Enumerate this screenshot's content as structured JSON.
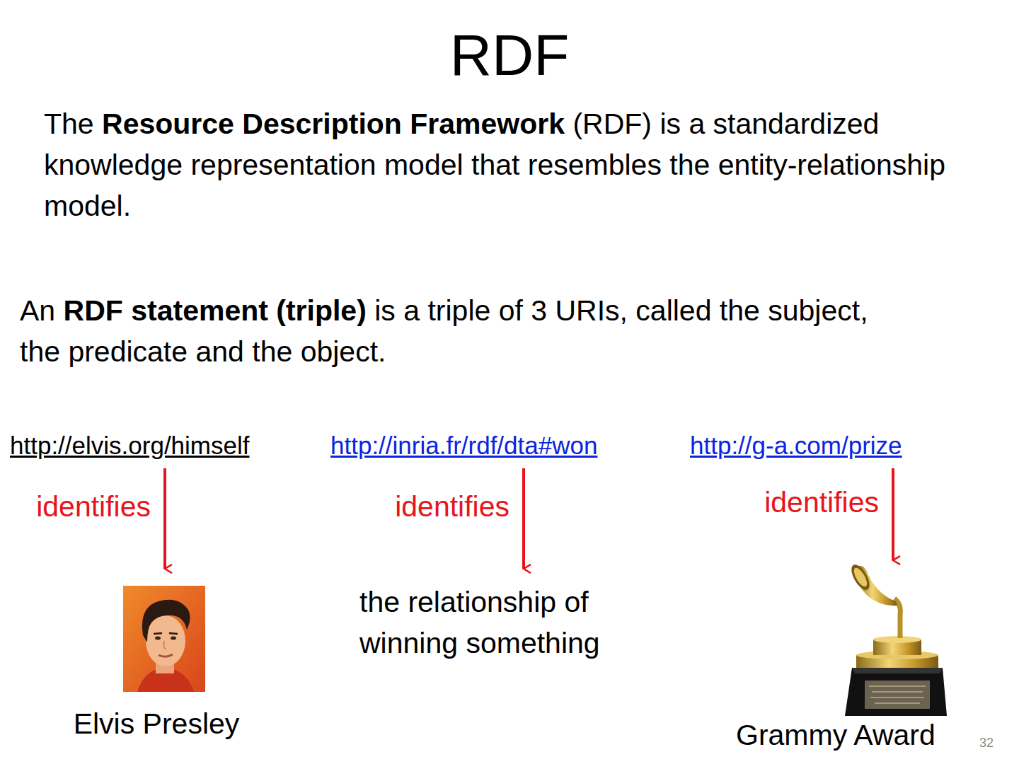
{
  "diagram": {
    "title": "RDF",
    "nodes": [
      {
        "text": [
          "http://elvis.org/himself"
        ]
      },
      {
        "text": [
          "http://inria.fr/rdf/dta#won"
        ]
      },
      {
        "text": [
          "http://g-a.com/prize"
        ]
      },
      {
        "text": [
          "Elvis Presley"
        ]
      },
      {
        "text": [
          "the relationship of winning something"
        ]
      },
      {
        "text": [
          "Grammy Award"
        ]
      }
    ],
    "edges": [
      {
        "from": 0,
        "to": 3,
        "arrow": "to",
        "label": "identifies"
      },
      {
        "from": 1,
        "to": 4,
        "arrow": "to",
        "label": "identifies"
      },
      {
        "from": 2,
        "to": 5,
        "arrow": "to",
        "label": "identifies"
      }
    ],
    "labels": [
      "The",
      "Resource Description Framework",
      "(RDF) is a standardized knowledge representation model that resembles the entity-relationship model.",
      "An",
      "RDF statement (triple)",
      "is a triple of 3 URIs, called the subject, the predicate and the object.",
      "32"
    ]
  }
}
